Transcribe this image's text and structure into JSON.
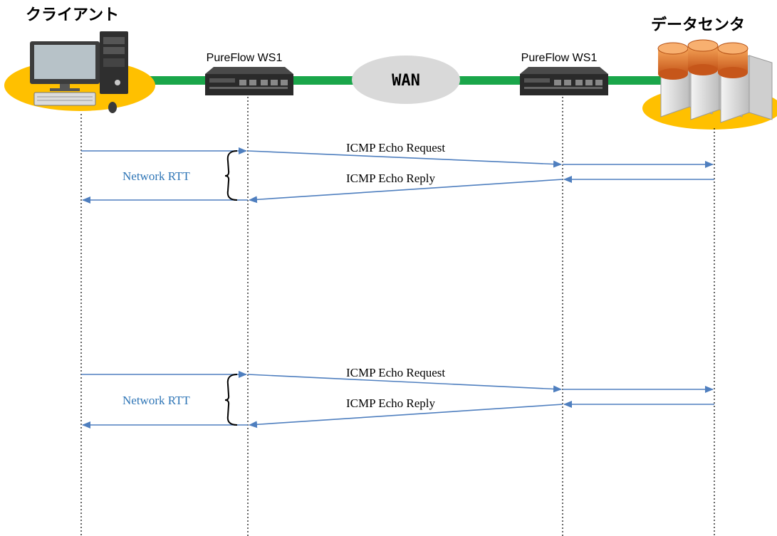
{
  "diagram": {
    "client_label": "クライアント",
    "datacenter_label": "データセンタ",
    "device_left_label": "PureFlow WS1",
    "device_right_label": "PureFlow WS1",
    "wan_label": "WAN",
    "colors": {
      "arrow": "#4f7fbf",
      "rtt_text": "#2e75b6",
      "link": "#1aa64a",
      "base_ellipse": "#ffc000",
      "wan_cloud": "#d9d9d9"
    },
    "exchanges": [
      {
        "request_label": "ICMP Echo Request",
        "reply_label": "ICMP Echo Reply",
        "rtt_label": "Network RTT"
      },
      {
        "request_label": "ICMP Echo Request",
        "reply_label": "ICMP Echo Reply",
        "rtt_label": "Network RTT"
      }
    ]
  }
}
